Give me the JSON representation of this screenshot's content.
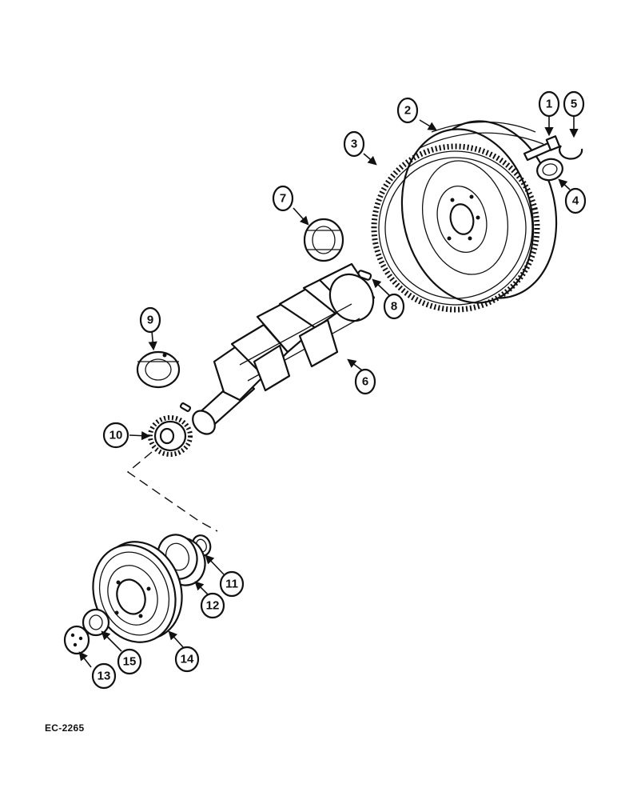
{
  "drawing": {
    "code": "EC-2265"
  },
  "callouts": [
    {
      "id": "callout-1",
      "label": "1"
    },
    {
      "id": "callout-2",
      "label": "2"
    },
    {
      "id": "callout-3",
      "label": "3"
    },
    {
      "id": "callout-4",
      "label": "4"
    },
    {
      "id": "callout-5",
      "label": "5"
    },
    {
      "id": "callout-6",
      "label": "6"
    },
    {
      "id": "callout-7",
      "label": "7"
    },
    {
      "id": "callout-8",
      "label": "8"
    },
    {
      "id": "callout-9",
      "label": "9"
    },
    {
      "id": "callout-10",
      "label": "10"
    },
    {
      "id": "callout-11",
      "label": "11"
    },
    {
      "id": "callout-12",
      "label": "12"
    },
    {
      "id": "callout-13",
      "label": "13"
    },
    {
      "id": "callout-14",
      "label": "14"
    },
    {
      "id": "callout-15",
      "label": "15"
    }
  ]
}
